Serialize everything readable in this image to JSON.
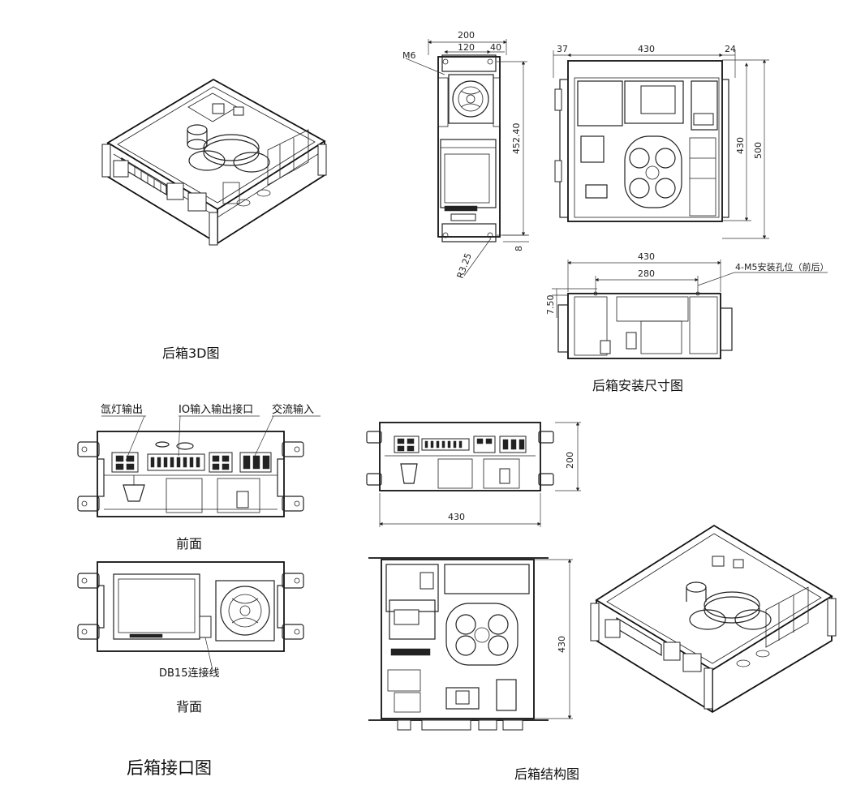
{
  "captions": {
    "rear_box_3d": "后箱3D图",
    "mount_dims": "后箱安装尺寸图",
    "front": "前面",
    "back": "背面",
    "interface": "后箱接口图",
    "structure": "后箱结构图"
  },
  "callouts": {
    "lamp_output": "氙灯输出",
    "io_port": "IO输入输出接口",
    "ac_input": "交流输入",
    "db15": "DB15连接线",
    "m6": "M6",
    "radius": "R3.25",
    "mount_holes": "4-M5安装孔位（前后）"
  },
  "dimensions": {
    "side_width": "200",
    "side_inner": "120",
    "side_edge": "40",
    "side_height": "452.40",
    "side_bottom": "8",
    "top_width": "430",
    "top_left": "37",
    "top_right": "24",
    "top_depth": "430",
    "top_depth_total": "500",
    "mount_width": "430",
    "mount_hole_pitch": "280",
    "mount_hole_offset": "7.50",
    "front_height": "200",
    "front_width": "430",
    "struct_depth": "430"
  }
}
